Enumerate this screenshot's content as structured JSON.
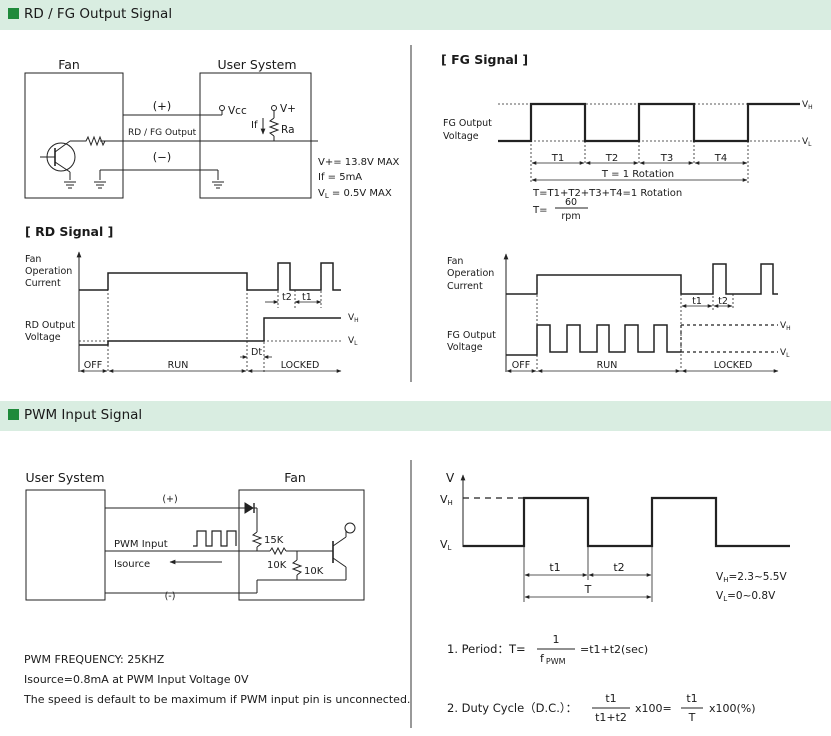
{
  "sections": {
    "rd_fg": "RD / FG Output Signal",
    "pwm": "PWM Input Signal"
  },
  "rdfg_circuit": {
    "fan": "Fan",
    "user_system": "User System",
    "plus": "(+)",
    "minus": "(−)",
    "vcc": "Vcc",
    "vplus": "V+",
    "if_label": "If",
    "ra": "Ra",
    "line_label": "RD / FG Output",
    "spec1": "V+= 13.8V MAX",
    "spec2": "If    = 5mA",
    "spec3_v": "V",
    "spec3_sub": "L",
    "spec3_rest": " = 0.5V MAX"
  },
  "rd_signal": {
    "title": "[ RD Signal ]",
    "current_label": [
      "Fan",
      "Operation",
      "Current"
    ],
    "voltage_label": [
      "RD Output",
      "Voltage"
    ],
    "t2": "t2",
    "t1": "t1",
    "vh": "V",
    "vh_sub": "H",
    "vl": "V",
    "vl_sub": "L",
    "off": "OFF",
    "run": "RUN",
    "dt": "Dt",
    "locked": "LOCKED"
  },
  "fg_signal": {
    "title": "[ FG Signal ]",
    "voltage_label": [
      "FG Output",
      "Voltage"
    ],
    "vh": "V",
    "vh_sub": "H",
    "vl": "V",
    "vl_sub": "L",
    "periods": [
      "T1",
      "T2",
      "T3",
      "T4"
    ],
    "rotation": "T = 1 Rotation",
    "eq1": "T=T1+T2+T3+T4=1 Rotation",
    "eq2_lhs": "T=",
    "eq2_num": "60",
    "eq2_den": "rpm"
  },
  "fg_timing": {
    "current_label": [
      "Fan",
      "Operation",
      "Current"
    ],
    "voltage_label": [
      "FG Output",
      "Voltage"
    ],
    "t1": "t1",
    "t2": "t2",
    "vh": "V",
    "vh_sub": "H",
    "vl": "V",
    "vl_sub": "L",
    "off": "OFF",
    "run": "RUN",
    "locked": "LOCKED"
  },
  "pwm_circuit": {
    "user_system": "User System",
    "fan": "Fan",
    "plus": "(+)",
    "minus": "(-)",
    "pwm_input": "PWM Input",
    "isource": "Isource",
    "r15k": "15K",
    "r10k_a": "10K",
    "r10k_b": "10K",
    "notes": [
      "PWM FREQUENCY: 25KHZ",
      "Isource=0.8mA at PWM Input Voltage 0V",
      "The speed is default to be maximum if PWM input pin is unconnected."
    ]
  },
  "pwm_wave": {
    "v": "V",
    "vh": "V",
    "vh_sub": "H",
    "vl": "V",
    "vl_sub": "L",
    "t1": "t1",
    "t2": "t2",
    "T": "T",
    "vh_range": "=2.3~5.5V",
    "vl_range": "=0~0.8V"
  },
  "formulas": {
    "period_label": "1. Period：T=",
    "period_num": "1",
    "period_den_f": "f",
    "period_den_sub": "PWM",
    "period_rhs": "=t1+t2(sec)",
    "duty_label": "2. Duty Cycle（D.C.）：",
    "duty_num1": "t1",
    "duty_den1": "t1+t2",
    "duty_mid": "x100=",
    "duty_num2": "t1",
    "duty_den2": "T",
    "duty_rhs": "x100(%)"
  }
}
